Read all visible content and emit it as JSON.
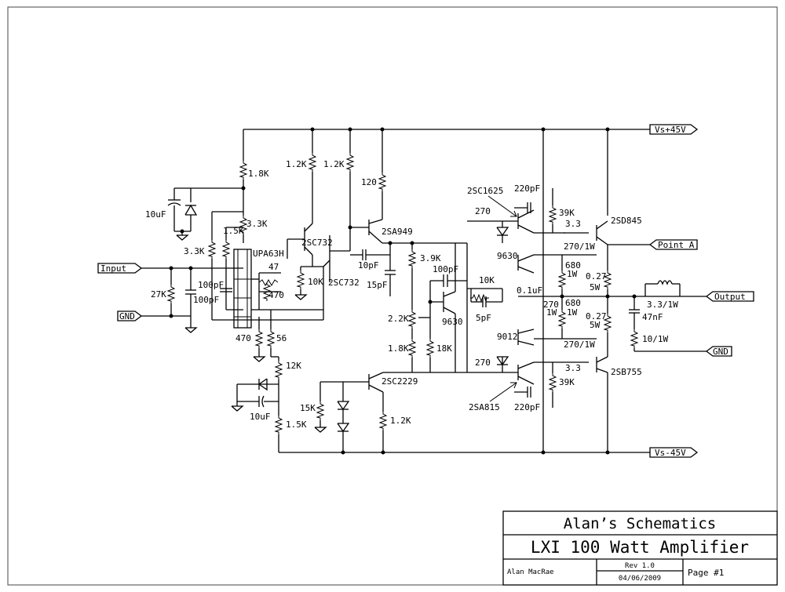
{
  "title_block": {
    "company": "Alan’s Schematics",
    "title": "LXI 100 Watt Amplifier",
    "author": "Alan MacRae",
    "revision": "Rev 1.0",
    "date": "04/06/2009",
    "page": "Page #1"
  },
  "ports": {
    "vs_pos": "Vs+45V",
    "vs_neg": "Vs-45V",
    "input": "Input",
    "gnd_in": "GND",
    "point_a": "Point A",
    "output": "Output",
    "gnd_out": "GND"
  },
  "labels": {
    "r_1k8_top": "1.8K",
    "r_1k2_a": "1.2K",
    "r_1k2_b": "1.2K",
    "r_120": "120",
    "c_10uf_top": "10uF",
    "r_3k3_a": "3.3K",
    "r_1k5_a": "1.5K",
    "r_3k3_b": "3.3K",
    "ic_upa63h": "UPA63H",
    "q_2sc732_a": "2SC732",
    "q_2sc732_b": "2SC732",
    "r_10k_a": "10K",
    "q_2sa949": "2SA949",
    "c_10pf": "10pF",
    "c_15pf": "15pF",
    "r_3k9": "3.9K",
    "c_100pf_c": "100pF",
    "r_47": "47",
    "r_470_a": "470",
    "c_100pf_a": "100pF",
    "c_100pf_b": "100pF",
    "r_27k": "27K",
    "r_470_b": "470",
    "r_56": "56",
    "r_12k": "12K",
    "c_10uf_bot": "10uF",
    "r_1k5_b": "1.5K",
    "r_15k": "15K",
    "q_2sc2229": "2SC2229",
    "r_1k2_c": "1.2K",
    "r_2k2": "2.2K",
    "r_1k8_b": "1.8K",
    "r_18k": "18K",
    "q_9630_a": "9630",
    "r_10k_b": "10K",
    "c_5pf": "5pF",
    "q_2sc1625": "2SC1625",
    "c_220pf_a": "220pF",
    "r_270_a": "270",
    "r_39k_a": "39K",
    "r_3p3_a": "3.3",
    "q_2sd845": "2SD845",
    "q_9630_b": "9630",
    "r_270_1w_a": "270/1W",
    "r_680_a": "680",
    "r_1w_a": "1W",
    "r_0p27_a": "0.27",
    "r_5w_a": "5W",
    "c_0p1uf": "0.1uF",
    "r_270_b": "270",
    "r_1w_b": "1W",
    "r_680_b": "680",
    "r_1w_c": "1W",
    "r_0p27_b": "0.27",
    "r_5w_b": "5W",
    "q_9012": "9012",
    "r_270_1w_b": "270/1W",
    "r_270_c": "270",
    "r_3p3_b": "3.3",
    "q_2sb755": "2SB755",
    "r_39k_b": "39K",
    "q_2sa815": "2SA815",
    "c_220pf_b": "220pF",
    "r_3p3_1w": "3.3/1W",
    "c_47nf": "47nF",
    "r_10_1w": "10/1W"
  }
}
